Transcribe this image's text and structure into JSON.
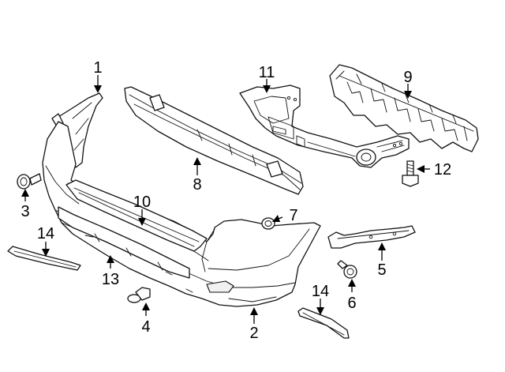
{
  "callouts": {
    "c1": "1",
    "c2": "2",
    "c3": "3",
    "c4": "4",
    "c5": "5",
    "c6": "6",
    "c7": "7",
    "c8": "8",
    "c9": "9",
    "c10": "10",
    "c11": "11",
    "c12": "12",
    "c13": "13",
    "c14a": "14",
    "c14b": "14"
  }
}
